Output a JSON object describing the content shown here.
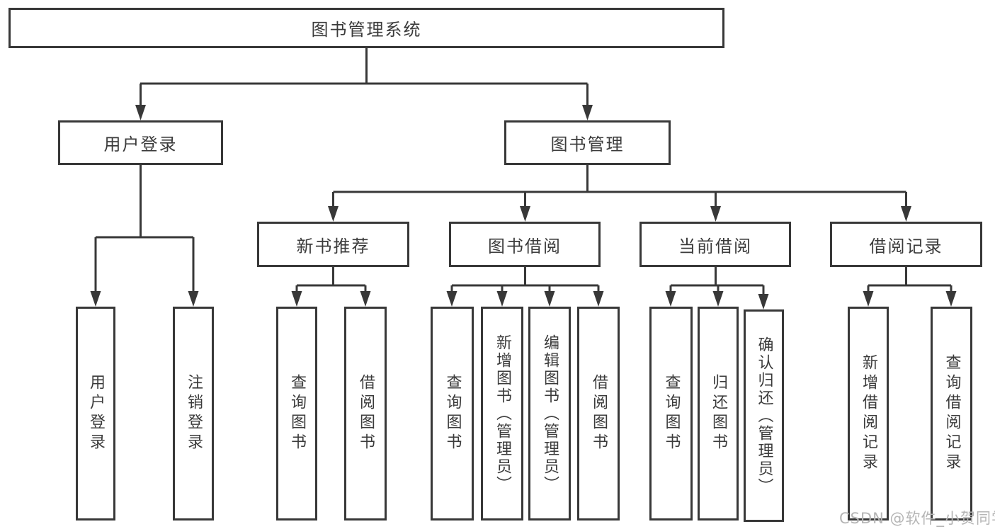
{
  "diagram": {
    "nodes": {
      "root": {
        "label": "图书管理系统"
      },
      "userLogin": {
        "label": "用户登录"
      },
      "bookMgmt": {
        "label": "图书管理"
      },
      "newRec": {
        "label": "新书推荐"
      },
      "bookBorrow": {
        "label": "图书借阅"
      },
      "curBorrow": {
        "label": "当前借阅"
      },
      "borRecord": {
        "label": "借阅记录"
      },
      "loginUser": {
        "label": "用户登录"
      },
      "loginLogout": {
        "label": "注销登录"
      },
      "recQuery": {
        "label": "查询图书"
      },
      "recBorrow": {
        "label": "借阅图书"
      },
      "borQuery": {
        "label": "查询图书"
      },
      "borAdd": {
        "label": "新增图书（管理员）"
      },
      "borEdit": {
        "label": "编辑图书（管理员）"
      },
      "borBorrow": {
        "label": "借阅图书"
      },
      "curQuery": {
        "label": "查询图书"
      },
      "curReturn": {
        "label": "归还图书"
      },
      "curConfirm": {
        "label": "确认归还（管理员）"
      },
      "recordAdd": {
        "label": "新增借阅记录"
      },
      "recordQuery": {
        "label": "查询借阅记录"
      }
    },
    "colors": {
      "line": "#383838",
      "text": "#3b3b3b",
      "background": "#ffffff",
      "watermark": "#b5b5b5"
    }
  },
  "watermark": {
    "text": "CSDN @软件_小贺同学"
  }
}
